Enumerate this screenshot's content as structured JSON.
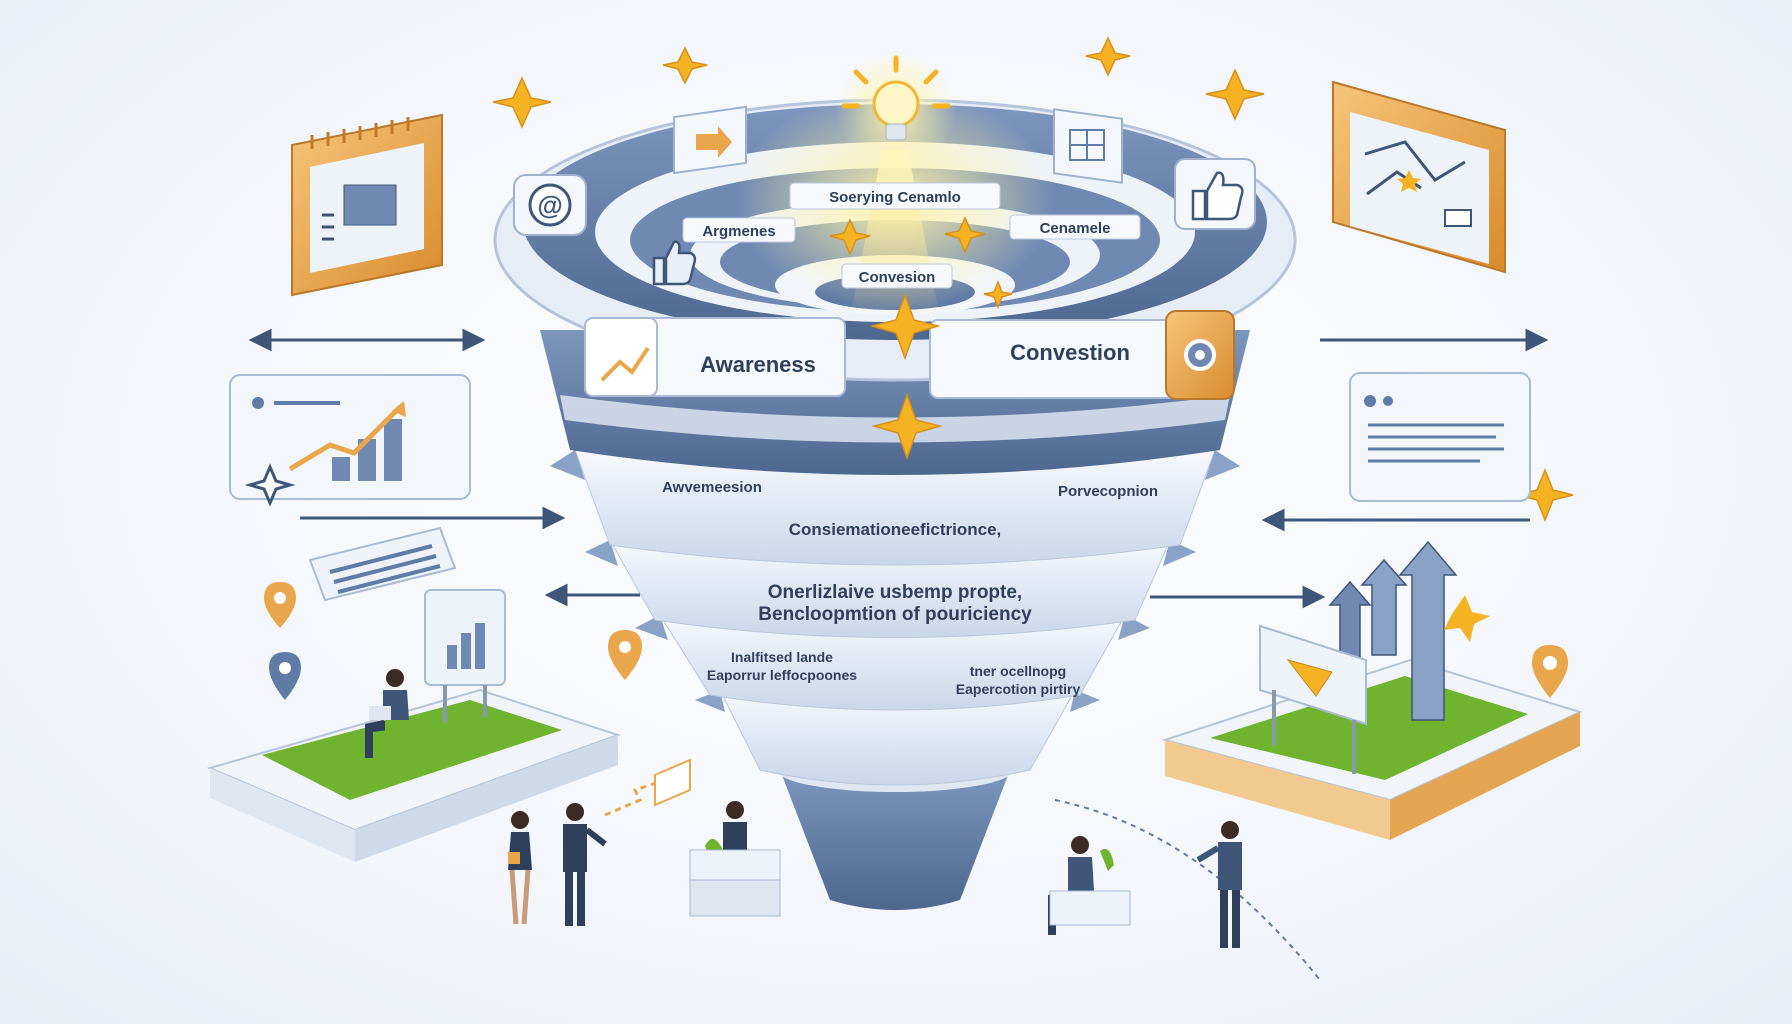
{
  "labels": {
    "top_ring": "Soerying Cenamlo",
    "inner_left": "Argmenes",
    "inner_right": "Cenamele",
    "center": "Convesion",
    "rim_left": "Awareness",
    "rim_right": "Convestion",
    "tier1_left": "Awvemeesion",
    "tier1_right": "Porvecopnion",
    "tier1_center": "Consiemationeefictrionce,",
    "tier2_line1": "Onerlizlaive usbemp propte,",
    "tier2_line2": "Bencloopmtion of pouriciency",
    "tier3_left_line1": "Inalfitsed lande",
    "tier3_left_line2": "Eaporrur leffocpoones",
    "tier3_right_line1": "tner ocellnopg",
    "tier3_right_line2": "Eapercotion pirtiry"
  },
  "colors": {
    "funnel_dark": "#5f7ba6",
    "funnel_light": "#e8eef7",
    "accent_orange": "#eaa64b",
    "star": "#f5b323",
    "grass": "#6fb32e"
  },
  "icons": [
    "lightbulb-icon",
    "at-sign-icon",
    "arrow-card-icon",
    "grid-card-icon",
    "thumbs-up-icon",
    "gear-icon",
    "chart-icon",
    "map-pin-icon",
    "arrow-up-icon"
  ]
}
